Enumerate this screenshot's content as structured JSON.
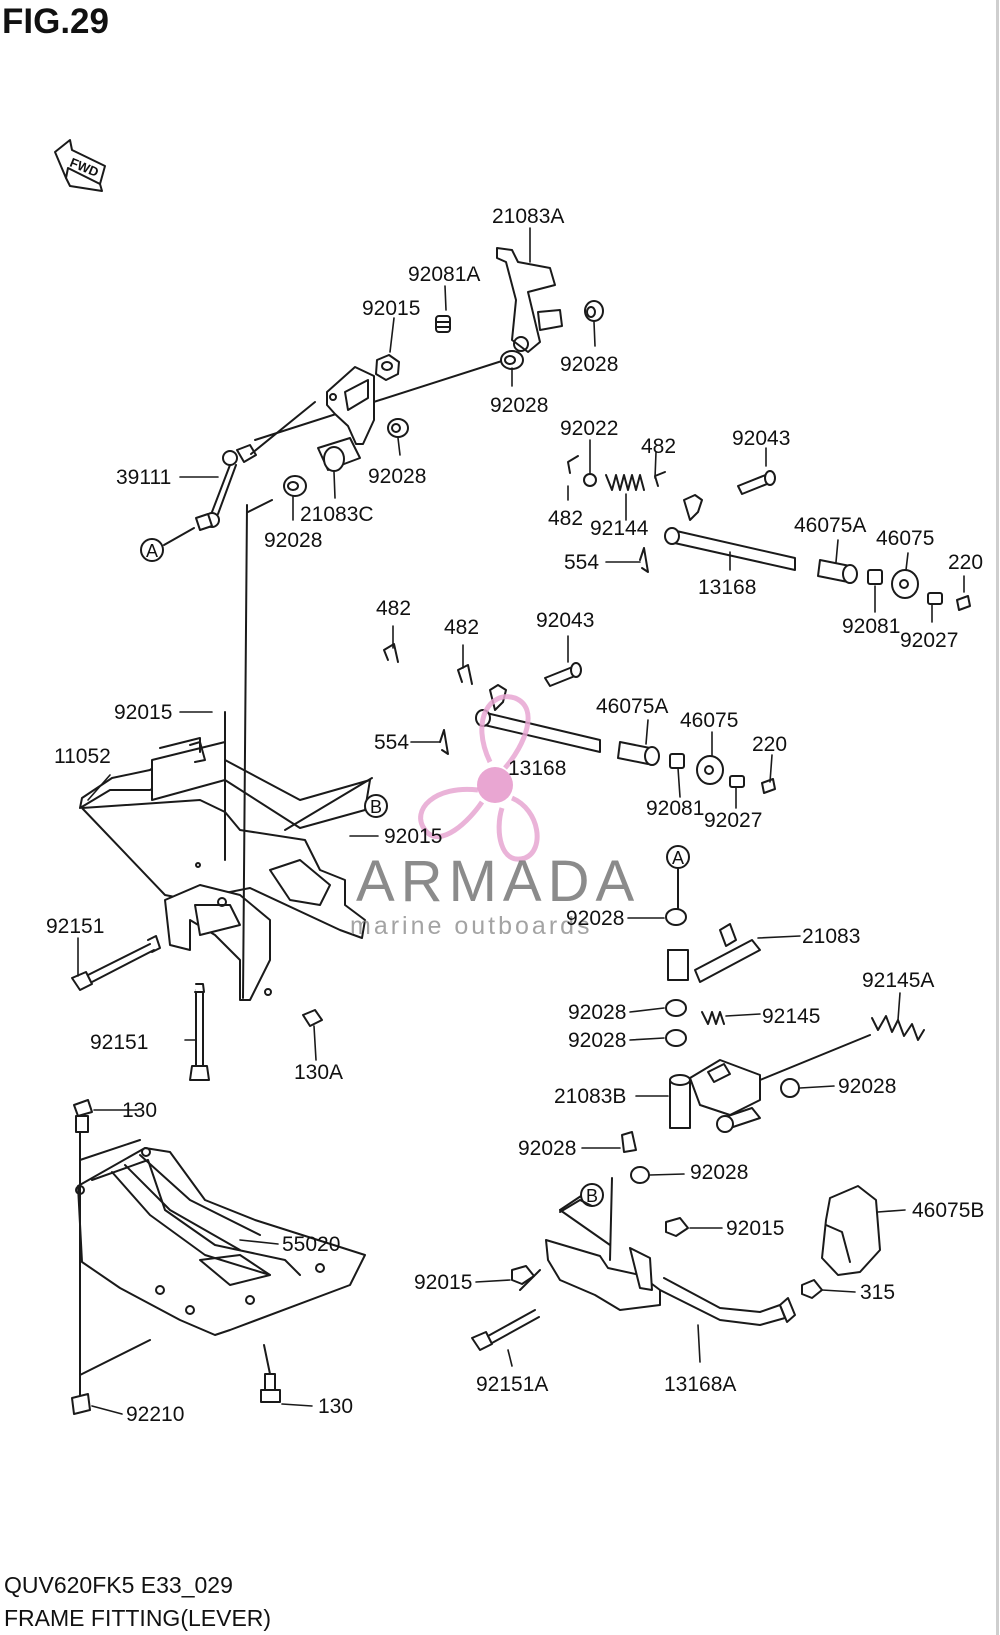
{
  "figure": {
    "title": "FIG.29",
    "fwd_label": "FWD",
    "model_code": "QUV620FK5 E33_029",
    "section_title": "FRAME FITTING(LEVER)"
  },
  "watermark": {
    "brand": "ARMADA",
    "tagline": "marine outboards",
    "accent_color": "#e7a6d2",
    "text_color": "#6b6b6b"
  },
  "reference_markers": [
    "A",
    "B",
    "A",
    "B"
  ],
  "callouts": [
    "21083A",
    "92081A",
    "92015",
    "92028",
    "92028",
    "39111",
    "92028",
    "21083C",
    "92028",
    "92022",
    "482",
    "92043",
    "482",
    "92144",
    "554",
    "46075A",
    "46075",
    "220",
    "13168",
    "92081",
    "92027",
    "482",
    "482",
    "92043",
    "92015",
    "46075A",
    "46075",
    "554",
    "220",
    "13168",
    "92081",
    "92027",
    "11052",
    "92015",
    "92028",
    "21083",
    "92151",
    "92145A",
    "92028",
    "92145",
    "92151",
    "130A",
    "92028",
    "92028",
    "21083B",
    "130",
    "92028",
    "92028",
    "55020",
    "92015",
    "46075B",
    "92015",
    "315",
    "92151A",
    "13168A",
    "92210",
    "130"
  ]
}
